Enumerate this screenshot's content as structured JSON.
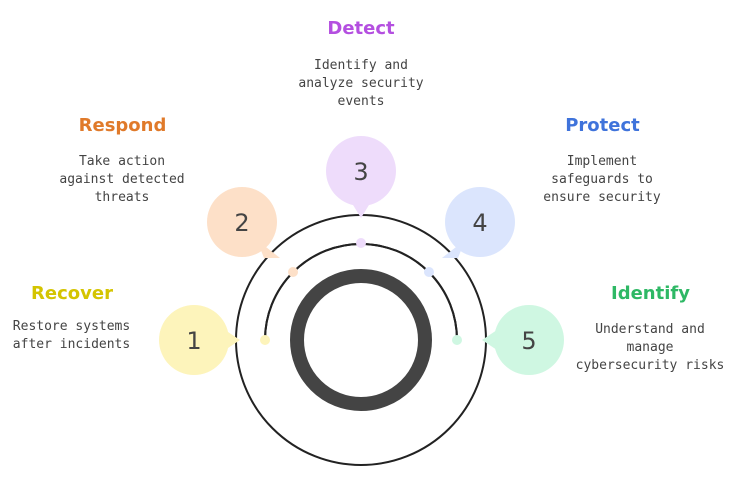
{
  "steps": [
    {
      "number": "1",
      "title": "Recover",
      "description": "Restore systems\nafter incidents",
      "color": "#d4c400",
      "fill": "#fdf4bb"
    },
    {
      "number": "2",
      "title": "Respond",
      "description": "Take action\nagainst detected\nthreats",
      "color": "#e07a2a",
      "fill": "#fde0c8"
    },
    {
      "number": "3",
      "title": "Detect",
      "description": "Identify and\nanalyze security\nevents",
      "color": "#b44fe0",
      "fill": "#eedcfb"
    },
    {
      "number": "4",
      "title": "Protect",
      "description": "Implement\nsafeguards to\nensure security",
      "color": "#3f73db",
      "fill": "#dbe5fd"
    },
    {
      "number": "5",
      "title": "Identify",
      "description": "Understand and\nmanage\ncybersecurity risks",
      "color": "#2eb865",
      "fill": "#cff7e2"
    }
  ],
  "colors": {
    "ring": "#222222",
    "core": "#444444"
  }
}
